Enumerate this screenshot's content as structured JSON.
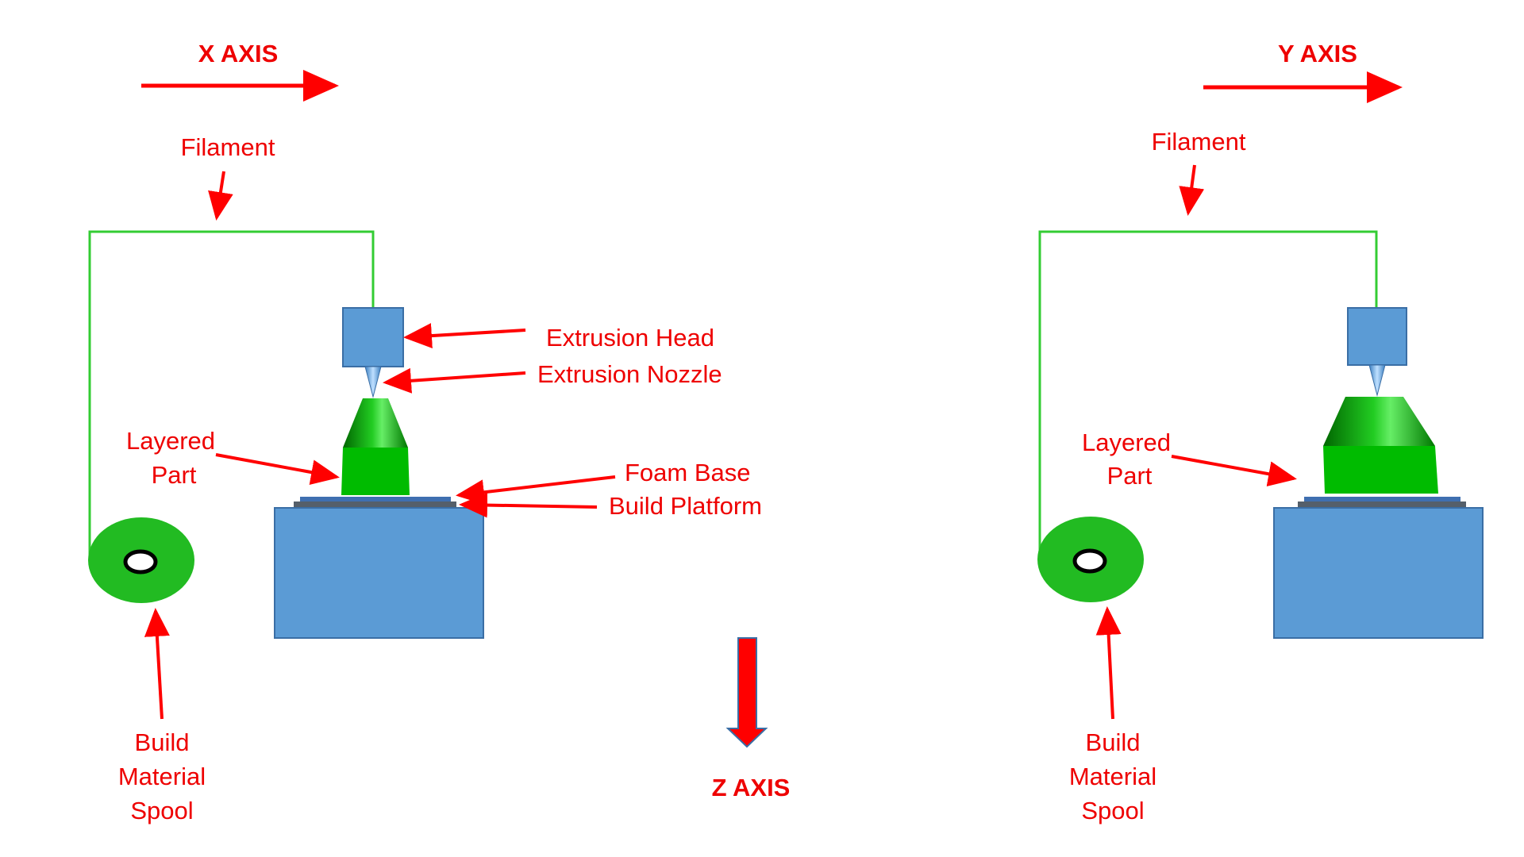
{
  "colors": {
    "label": "#ee0000",
    "arrow": "#ff0000",
    "machine_body": "#5b9bd5",
    "machine_edge": "#3a6ea5",
    "part_green": "#00bb00",
    "filament": "#33cc33",
    "spool": "#22bb22"
  },
  "left_view": {
    "axis_label": "X AXIS",
    "filament_label": "Filament",
    "extrusion_head_label": "Extrusion Head",
    "extrusion_nozzle_label": "Extrusion Nozzle",
    "layered_part_label_line1": "Layered",
    "layered_part_label_line2": "Part",
    "foam_base_label": "Foam Base",
    "build_platform_label": "Build Platform",
    "spool_label_line1": "Build",
    "spool_label_line2": "Material",
    "spool_label_line3": "Spool"
  },
  "center": {
    "axis_label": "Z AXIS"
  },
  "right_view": {
    "axis_label": "Y AXIS",
    "filament_label": "Filament",
    "layered_part_label_line1": "Layered",
    "layered_part_label_line2": "Part",
    "spool_label_line1": "Build",
    "spool_label_line2": "Material",
    "spool_label_line3": "Spool"
  }
}
